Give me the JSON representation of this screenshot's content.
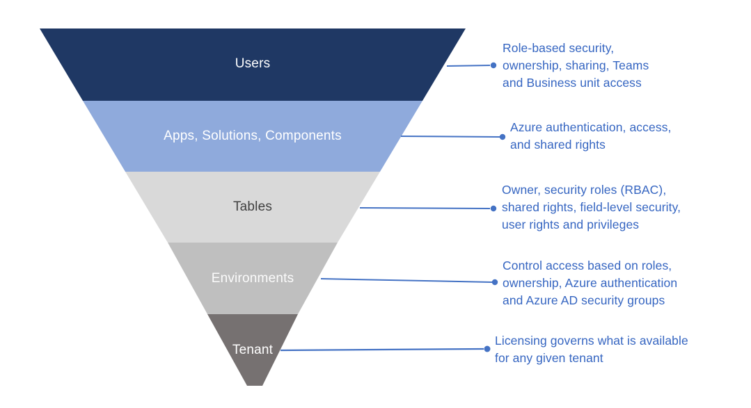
{
  "colors": {
    "connector": "#4472C4",
    "annotation_text": "#3565C1"
  },
  "funnel": {
    "layers": [
      {
        "label": "Users",
        "color": "#1F3864"
      },
      {
        "label": "Apps, Solutions, Components",
        "color": "#8FAADC"
      },
      {
        "label": "Tables",
        "color": "#D9D9D9"
      },
      {
        "label": "Environments",
        "color": "#BFBFBF"
      },
      {
        "label": "Tenant",
        "color": "#767171"
      }
    ]
  },
  "annotations": [
    {
      "text": "Role-based security,\nownership, sharing, Teams\nand Business unit access"
    },
    {
      "text": "Azure authentication, access,\nand shared rights"
    },
    {
      "text": "Owner, security roles (RBAC),\nshared rights, field-level security,\nuser rights and privileges"
    },
    {
      "text": "Control access based on roles,\nownership, Azure authentication\nand Azure AD security groups"
    },
    {
      "text": "Licensing governs what is available\nfor any given tenant"
    }
  ]
}
